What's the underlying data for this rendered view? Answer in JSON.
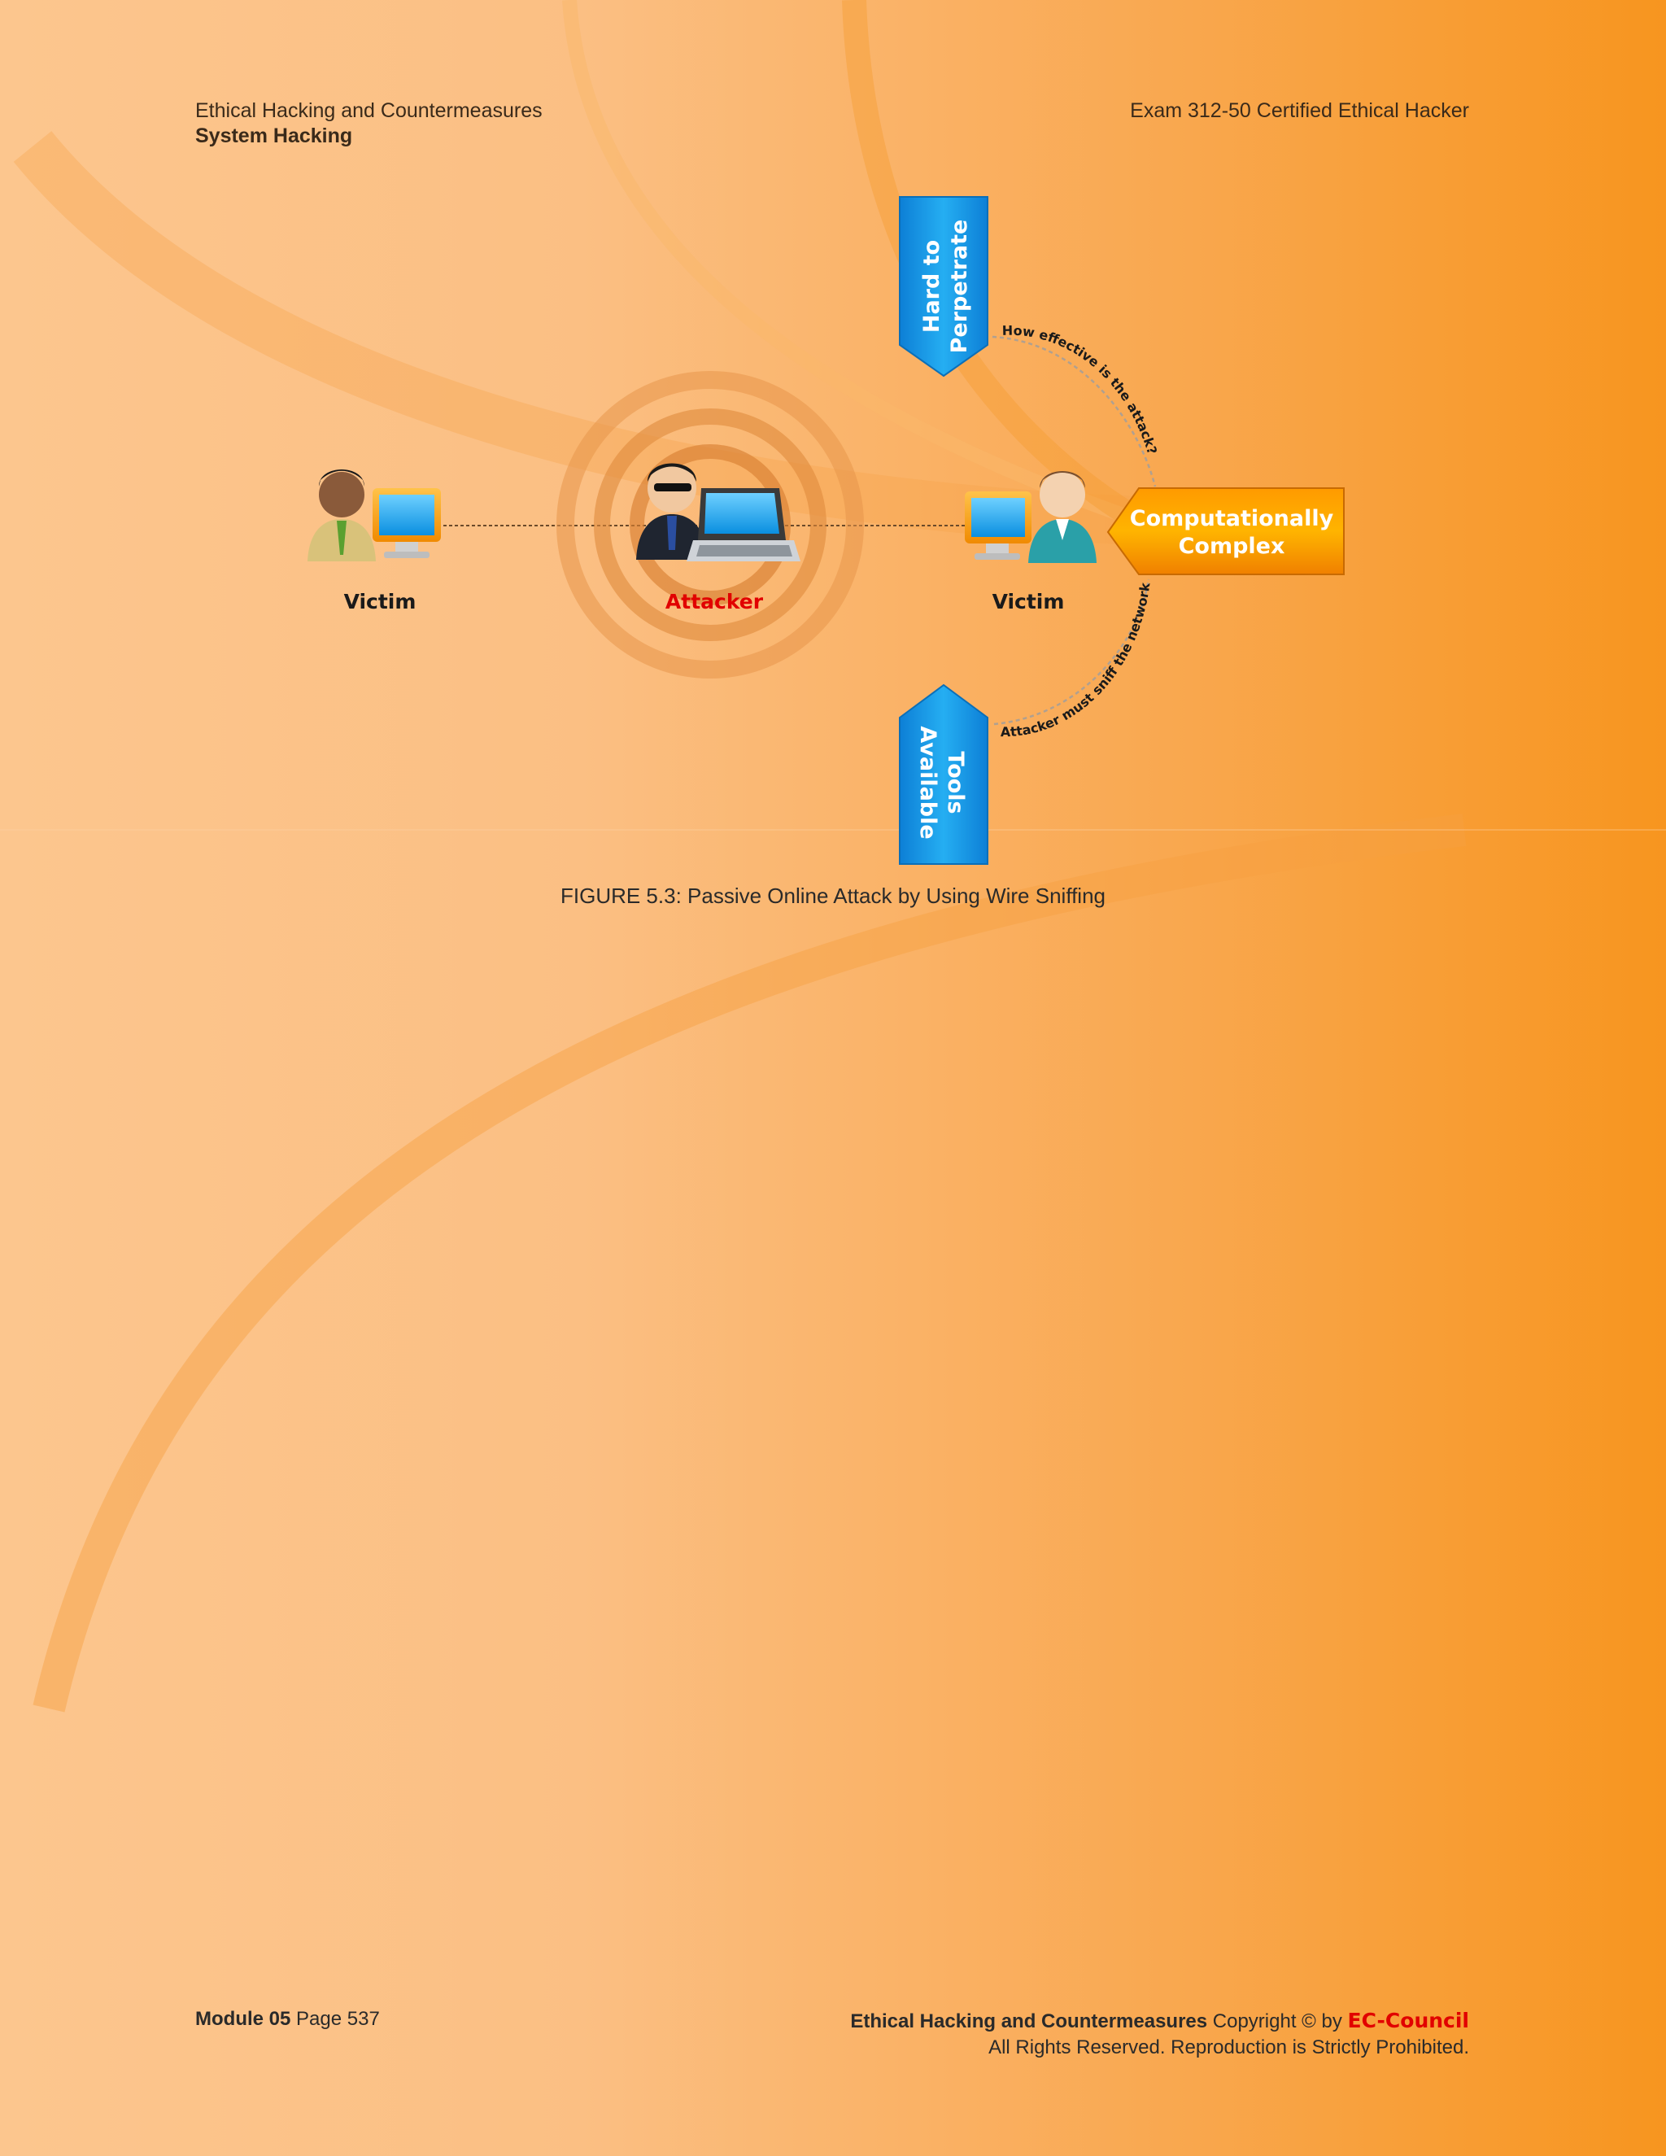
{
  "header": {
    "course_title": "Ethical Hacking and Countermeasures",
    "module_name": "System Hacking",
    "exam_title": "Exam 312-50 Certified Ethical Hacker"
  },
  "diagram": {
    "victim_left_label": "Victim",
    "attacker_label": "Attacker",
    "victim_right_label": "Victim",
    "arrow_top_line1": "Hard to",
    "arrow_top_line2": "Perpetrate",
    "arrow_right_line1": "Computationally",
    "arrow_right_line2": "Complex",
    "arrow_bottom_line1": "Tools",
    "arrow_bottom_line2": "Available",
    "arc_top_text": "How effective is the attack?",
    "arc_bottom_text": "Attacker must sniff the network",
    "colors": {
      "attacker_label": "#e10000",
      "blue_arrow": "#1aa0ec",
      "orange_arrow": "#f6a000"
    }
  },
  "caption": "FIGURE 5.3: Passive Online Attack by Using Wire Sniffing",
  "footer": {
    "module_label": "Module 05",
    "page_label": "Page 537",
    "copyright_bold": "Ethical Hacking and Countermeasures",
    "copyright_text": "Copyright © by",
    "brand": "EC-Council",
    "rights": "All Rights Reserved. Reproduction is Strictly Prohibited."
  }
}
